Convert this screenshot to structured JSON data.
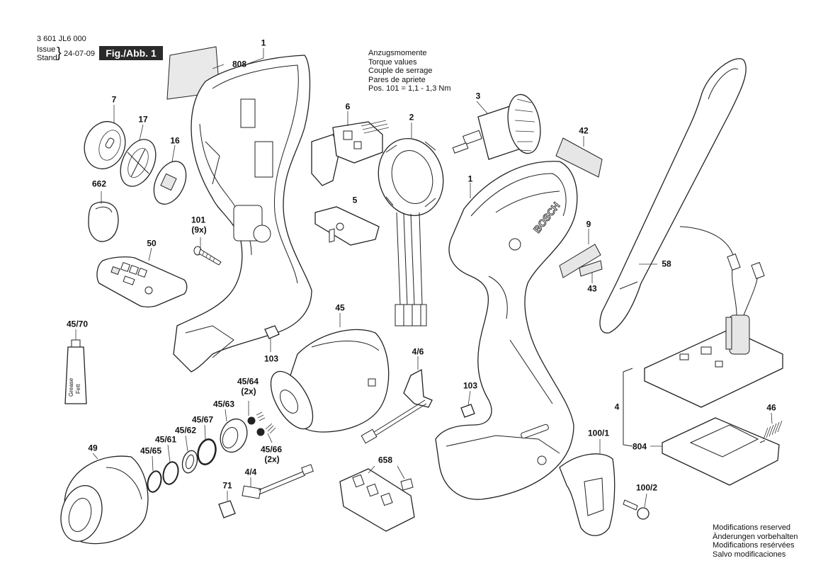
{
  "header": {
    "doc_number": "3 601 JL6 000",
    "issue_label_1": "Issue",
    "issue_label_2": "Stand",
    "issue_date": "24-07-09",
    "figure_label": "Fig./Abb. 1"
  },
  "torque_note": [
    "Anzugsmomente",
    "Torque values",
    "Couple de serrage",
    "Pares de apriete",
    "Pos.  101    = 1,1 - 1,3 Nm"
  ],
  "modifications_note": [
    "Modifications reserved",
    "Änderungen vorbehalten",
    "Modifications resérvées",
    "Salvo modificaciones"
  ],
  "tube_text": [
    "Grease",
    "Fett"
  ],
  "brand_text": "BOSCH",
  "part_labels": {
    "p1_left": "1",
    "p808": "808",
    "p7": "7",
    "p17": "17",
    "p16": "16",
    "p662": "662",
    "p101": "101",
    "p101_qty": "(9x)",
    "p50": "50",
    "p6": "6",
    "p2": "2",
    "p5": "5",
    "p3": "3",
    "p42": "42",
    "p1_right": "1",
    "p9": "9",
    "p43": "43",
    "p58": "58",
    "p45_70": "45/70",
    "p45": "45",
    "p103_left": "103",
    "p4_6": "4/6",
    "p103_right": "103",
    "p45_64": "45/64",
    "p45_64_qty": "(2x)",
    "p45_63": "45/63",
    "p45_67": "45/67",
    "p45_62": "45/62",
    "p45_61": "45/61",
    "p45_65": "45/65",
    "p45_66": "45/66",
    "p45_66_qty": "(2x)",
    "p49": "49",
    "p4_4": "4/4",
    "p71": "71",
    "p658": "658",
    "p100_1": "100/1",
    "p100_2": "100/2",
    "p4": "4",
    "p804": "804",
    "p46": "46"
  }
}
